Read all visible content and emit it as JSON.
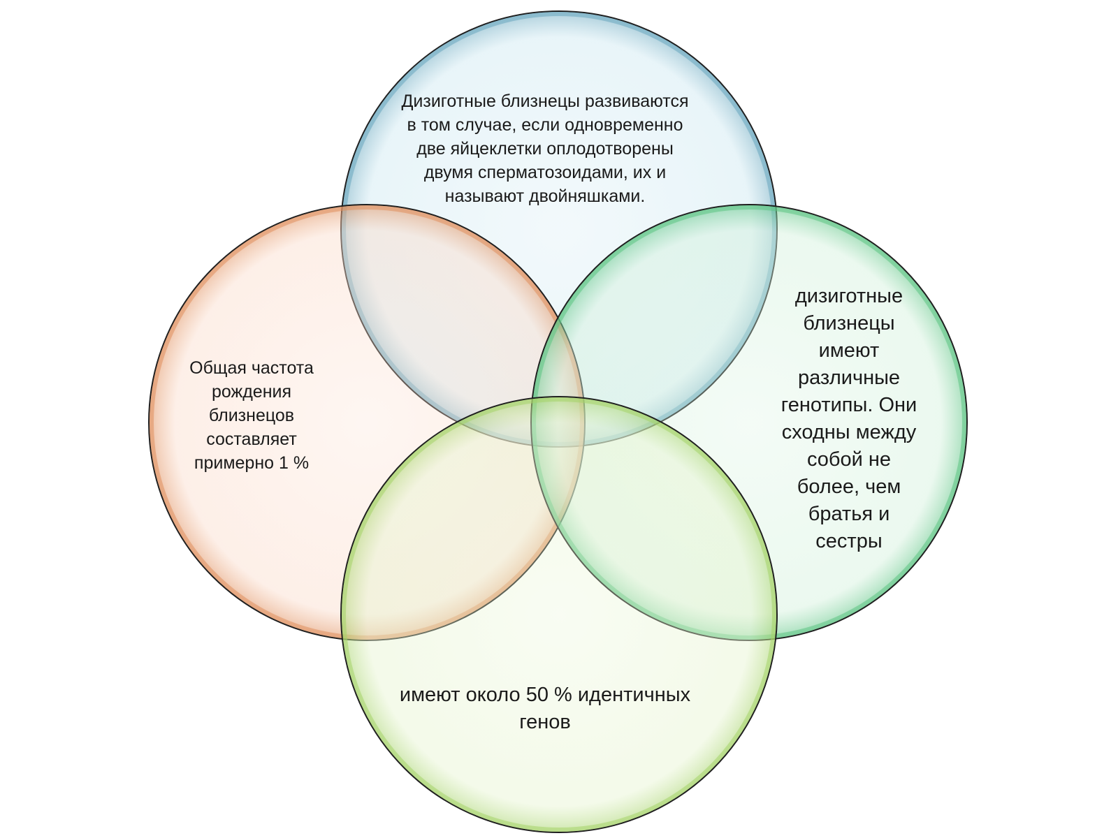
{
  "diagram": {
    "type": "venn",
    "circles": [
      {
        "id": "top",
        "text": "Дизиготные близнецы развиваются\nв том случае, если одновременно\nдве яйцеклетки оплодотворены\nдвумя сперматозоидами, их и\nназывают двойняшками.",
        "fill": "#cde8f1",
        "stroke": "#6aa8bf"
      },
      {
        "id": "left",
        "text": "Общая частота\nрождения\nблизнецов\nсоставляет\nпримерно 1 %",
        "fill": "#fbdccb",
        "stroke": "#e0905e"
      },
      {
        "id": "right",
        "text": "дизиготные\nблизнецы\nимеют\nразличные\nгенотипы. Они\nсходны между\nсобой не\nболее, чем\nбратья и\nсестры",
        "fill": "#d3f1dc",
        "stroke": "#5cc483"
      },
      {
        "id": "bottom",
        "text": "имеют около 50 % идентичных\nгенов",
        "fill": "#e6f4cf",
        "stroke": "#a6d36a"
      }
    ]
  }
}
